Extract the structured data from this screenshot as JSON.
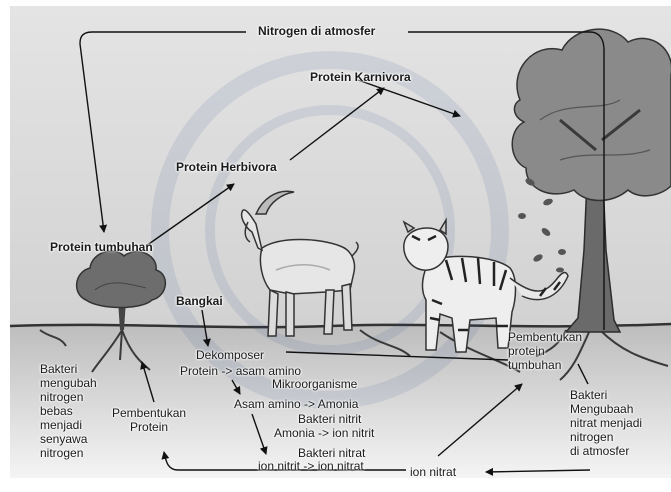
{
  "diagram": {
    "labels": {
      "nitrogen_atmosfer": "Nitrogen di atmosfer",
      "protein_karnivora": "Protein Karnivora",
      "protein_herbivora": "Protein Herbivora",
      "protein_tumbuhan": "Protein tumbuhan",
      "bangkai": "Bangkai",
      "dekomposer": "Dekomposer",
      "protein_asam_amino": "Protein  -> asam amino",
      "mikroorganisme": "Mikroorganisme",
      "asam_amino_amonia": "Asam amino -> Amonia",
      "bakteri_nitrit": "Bakteri nitrit",
      "amonia_ion_nitrit": "Amonia -> ion nitrit",
      "bakteri_nitrat": "Bakteri nitrat",
      "ion_nitrit_nitrat": "ion nitrit -> ion nitrat",
      "ion_nitrat": "ion nitrat",
      "bakteri_mengubah": "Bakteri\nmengubah\nnitrogen\nbebas\nmenjadi\nsenyawa\nnitrogen",
      "pembentukan_protein": "Pembentukan\nProtein",
      "pembentukan_protein_tumbuhan": "Pembentukan\nprotein\ntumbuhan",
      "bakteri_nitrat_atmosfer": "Bakteri\nMengubaah\nnitrat menjadi\nnitrogen\ndi atmosfer"
    }
  }
}
